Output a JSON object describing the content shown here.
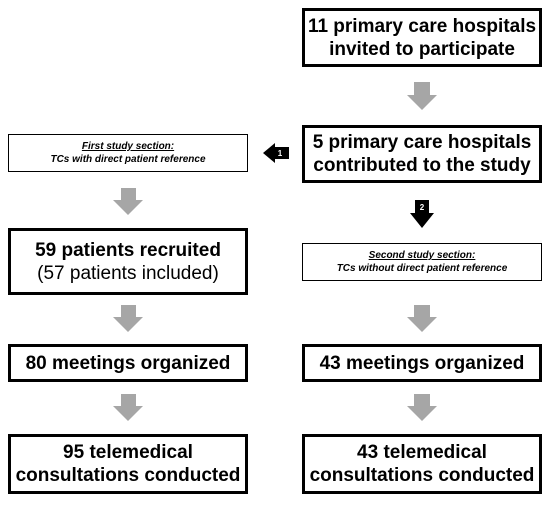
{
  "boxes": {
    "invited": {
      "line1": "11 primary care hospitals",
      "line2": "invited to participate"
    },
    "contributed": {
      "line1": "5 primary care hospitals",
      "line2": "contributed to the study"
    },
    "first_section": {
      "title": "First study section:",
      "subtitle": "TCs with direct patient reference"
    },
    "second_section": {
      "title": "Second study section:",
      "subtitle": "TCs without direct patient reference"
    },
    "recruited": {
      "line1": "59 patients recruited",
      "line2": "(57 patients included)"
    },
    "meetings_left": {
      "text": "80 meetings organized"
    },
    "meetings_right": {
      "text": "43 meetings organized"
    },
    "consult_left": {
      "line1": "95 telemedical",
      "line2": "consultations conducted"
    },
    "consult_right": {
      "line1": "43 telemedical",
      "line2": "consultations conducted"
    }
  },
  "arrows": {
    "to_first_label": "1",
    "to_second_label": "2",
    "grey_color": "#a6a6a6",
    "black_color": "#000000"
  }
}
